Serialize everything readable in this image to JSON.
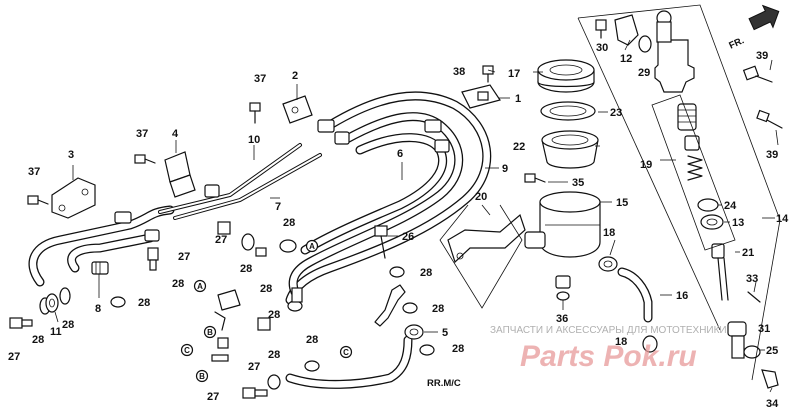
{
  "direction_label": "FR.",
  "rr_label": "RR.M/C",
  "watermark": {
    "caption": "ЗАПЧАСТИ И АКСЕССУАРЫ ДЛЯ МОТОТЕХНИКИ",
    "logo": "Parts Pok.ru"
  },
  "callouts": [
    "1",
    "2",
    "3",
    "4",
    "5",
    "6",
    "7",
    "8",
    "9",
    "10",
    "11",
    "12",
    "13",
    "14",
    "15",
    "16",
    "17",
    "18",
    "19",
    "20",
    "21",
    "22",
    "23",
    "24",
    "25",
    "26",
    "27",
    "28",
    "29",
    "30",
    "31",
    "33",
    "34",
    "35",
    "36",
    "37",
    "38",
    "39"
  ],
  "ref_marks": [
    "A",
    "B",
    "C"
  ]
}
